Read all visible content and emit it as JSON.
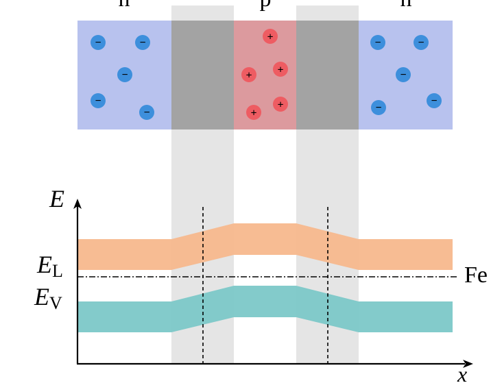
{
  "region_labels": {
    "left": "n",
    "middle": "p",
    "right": "n"
  },
  "axes": {
    "y_label": "E",
    "x_label": "x"
  },
  "levels": {
    "conduction": {
      "letter": "E",
      "subscript": "L"
    },
    "valence": {
      "letter": "E",
      "subscript": "V"
    },
    "fermi_label": "Fe"
  },
  "charges": {
    "electron_symbol": "−",
    "hole_symbol": "+"
  },
  "colors": {
    "n_region": "#b8c2ee",
    "p_region": "#dc9a9e",
    "depletion_dark": "#a3a3a3",
    "depletion_light": "#e5e5e5",
    "electron": "#3d8fdc",
    "hole": "#ee5c62",
    "conduction_band": "#f7b88d",
    "valence_band": "#7cc8c8",
    "axis": "#000000"
  }
}
